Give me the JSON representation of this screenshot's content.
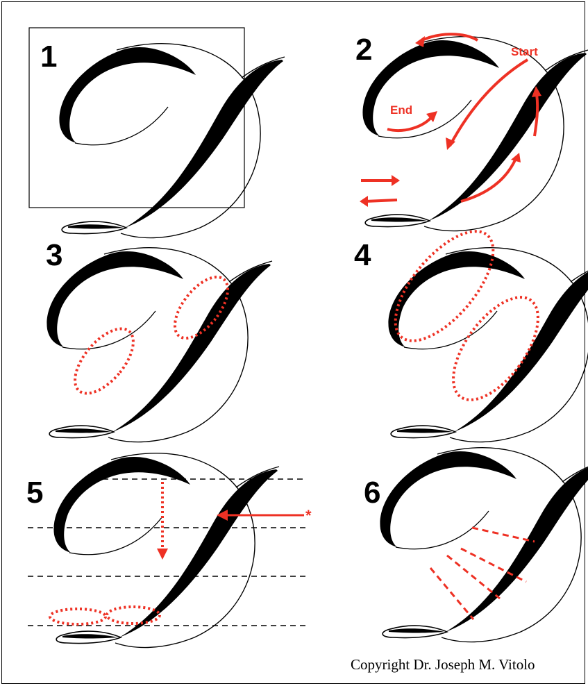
{
  "colors": {
    "ink": "#000000",
    "accent": "#ee3124",
    "background": "#ffffff"
  },
  "panels": [
    {
      "number": "1"
    },
    {
      "number": "2",
      "labels": {
        "start": "Start",
        "end": "End"
      }
    },
    {
      "number": "3"
    },
    {
      "number": "4"
    },
    {
      "number": "5",
      "marker": "*"
    },
    {
      "number": "6"
    }
  ],
  "footer": {
    "copyright": "Copyright Dr. Joseph M. Vitolo"
  }
}
